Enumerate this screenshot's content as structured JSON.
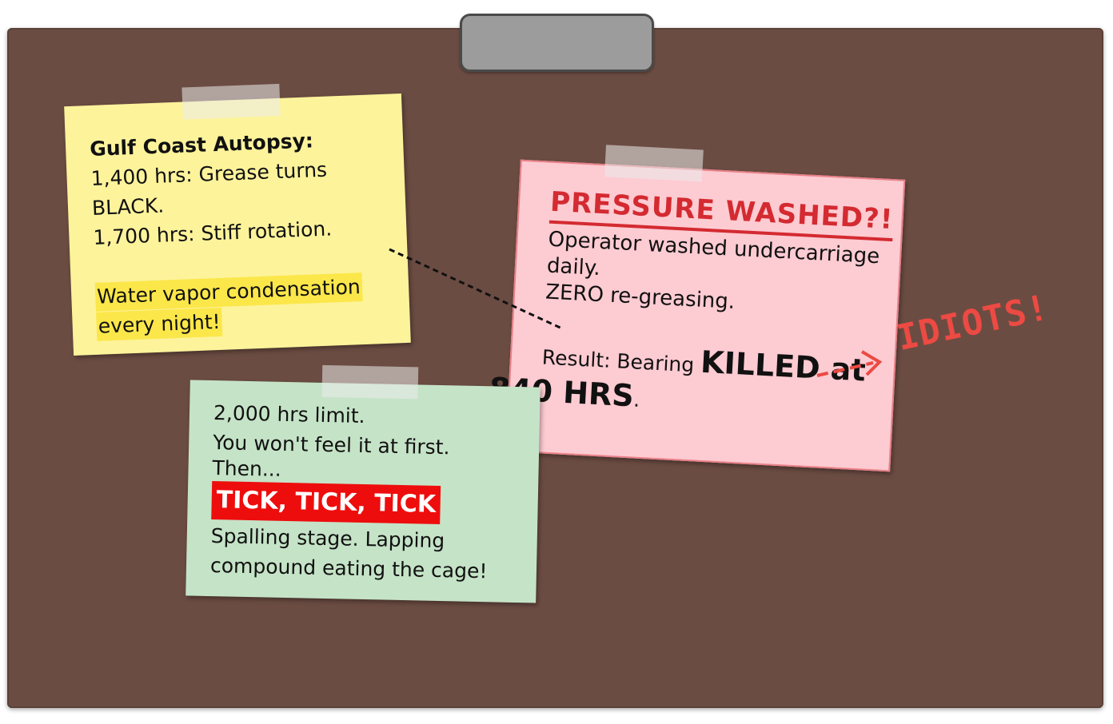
{
  "yellow_note": {
    "title": "Gulf Coast Autopsy:",
    "lines": [
      "1,400 hrs: Grease turns",
      "BLACK.",
      "1,700 hrs: Stiff rotation."
    ],
    "highlight": [
      "Water vapor condensation",
      "every night!"
    ]
  },
  "pink_note": {
    "title": "PRESSURE WASHED?!",
    "lines": [
      "Operator washed undercarriage",
      "daily.",
      "ZERO re-greasing."
    ],
    "result_prefix": "Result: Bearing",
    "result_killed": "KILLED at",
    "result_hours": "840 HRS",
    "result_end": "."
  },
  "green_note": {
    "lines": [
      "2,000 hrs limit.",
      "You won't feel it at first.",
      "Then..."
    ],
    "tick": "TICK, TICK, TICK",
    "after": [
      "Spalling stage. Lapping",
      "compound eating the cage!"
    ]
  },
  "annotation": {
    "label": "IDIOTS!",
    "color": "#ec4a43"
  },
  "colors": {
    "board": "#6b4c42",
    "yellow": "#fdf39b",
    "pink": "#fdcbd2",
    "green": "#c5e3c7",
    "alert_red": "#ee0d0d"
  }
}
